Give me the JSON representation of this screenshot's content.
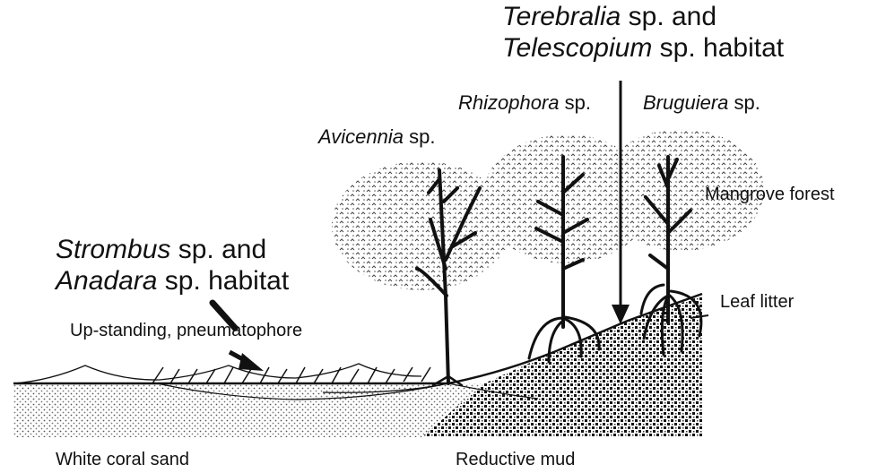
{
  "labels": {
    "terebralia": {
      "genus1": "Terebralia",
      "mid": " sp. and",
      "genus2": "Telescopium",
      "tail": " sp. habitat"
    },
    "rhizophora": {
      "genus": "Rhizophora",
      "tail": " sp."
    },
    "bruguiera": {
      "genus": "Bruguiera",
      "tail": " sp."
    },
    "avicennia": {
      "genus": "Avicennia",
      "tail": " sp."
    },
    "mangrove_forest": "Mangrove forest",
    "strombus": {
      "genus1": "Strombus",
      "mid": " sp. and",
      "genus2": "Anadara",
      "tail": " sp. habitat"
    },
    "leaf_litter": "Leaf litter",
    "pneumatophore": "Up-standing, pneumatophore",
    "white_coral_sand": "White coral sand",
    "reductive_mud": "Reductive mud"
  },
  "colors": {
    "ink": "#111111",
    "background": "#ffffff"
  }
}
